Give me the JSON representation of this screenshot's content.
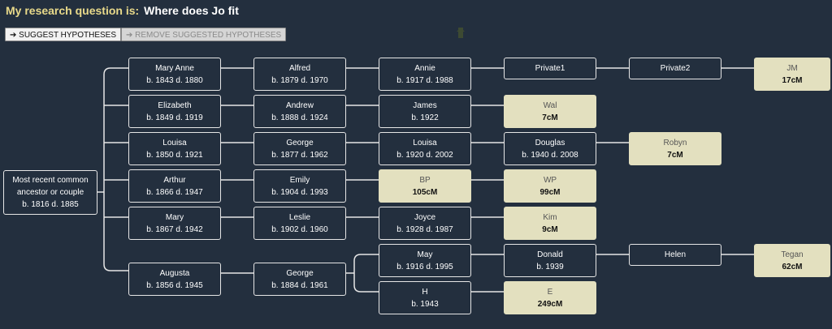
{
  "header": {
    "question_label": "My research question is:",
    "question_text": "Where does Jo fit"
  },
  "toolbar": {
    "suggest_label": "➔ SUGGEST HYPOTHESES",
    "remove_label": "➔ REMOVE SUGGESTED HYPOTHESES"
  },
  "tree": {
    "root": {
      "name": "Most recent common ancestor or couple",
      "dates": "b. 1816 d. 1885"
    },
    "people": {
      "mary_anne": {
        "name": "Mary Anne",
        "dates": "b. 1843 d. 1880"
      },
      "alfred": {
        "name": "Alfred",
        "dates": "b. 1879 d. 1970"
      },
      "annie": {
        "name": "Annie",
        "dates": "b. 1917 d. 1988"
      },
      "private1": {
        "name": "Private1"
      },
      "private2": {
        "name": "Private2"
      },
      "elizabeth": {
        "name": "Elizabeth",
        "dates": "b. 1849 d. 1919"
      },
      "andrew": {
        "name": "Andrew",
        "dates": "b. 1888 d. 1924"
      },
      "james": {
        "name": "James",
        "dates": "b. 1922"
      },
      "louisa1": {
        "name": "Louisa",
        "dates": "b. 1850 d. 1921"
      },
      "george1": {
        "name": "George",
        "dates": "b. 1877 d. 1962"
      },
      "louisa2": {
        "name": "Louisa",
        "dates": "b. 1920 d. 2002"
      },
      "douglas": {
        "name": "Douglas",
        "dates": "b. 1940 d. 2008"
      },
      "arthur": {
        "name": "Arthur",
        "dates": "b. 1866 d. 1947"
      },
      "emily": {
        "name": "Emily",
        "dates": "b. 1904 d. 1993"
      },
      "mary": {
        "name": "Mary",
        "dates": "b. 1867 d. 1942"
      },
      "leslie": {
        "name": "Leslie",
        "dates": "b. 1902 d. 1960"
      },
      "joyce": {
        "name": "Joyce",
        "dates": "b. 1928 d. 1987"
      },
      "augusta": {
        "name": "Augusta",
        "dates": "b. 1856 d. 1945"
      },
      "george2": {
        "name": "George",
        "dates": "b. 1884 d. 1961"
      },
      "may": {
        "name": "May",
        "dates": "b. 1916 d. 1995"
      },
      "donald": {
        "name": "Donald",
        "dates": "b. 1939"
      },
      "helen": {
        "name": "Helen"
      },
      "h": {
        "name": "H",
        "dates": "b. 1943"
      }
    },
    "matches": {
      "jm": {
        "name": "JM",
        "cm": "17cM"
      },
      "wal": {
        "name": "Wal",
        "cm": "7cM"
      },
      "robyn": {
        "name": "Robyn",
        "cm": "7cM"
      },
      "bp": {
        "name": "BP",
        "cm": "105cM"
      },
      "wp": {
        "name": "WP",
        "cm": "99cM"
      },
      "kim": {
        "name": "Kim",
        "cm": "9cM"
      },
      "tegan": {
        "name": "Tegan",
        "cm": "62cM"
      },
      "e": {
        "name": "E",
        "cm": "249cM"
      }
    }
  }
}
